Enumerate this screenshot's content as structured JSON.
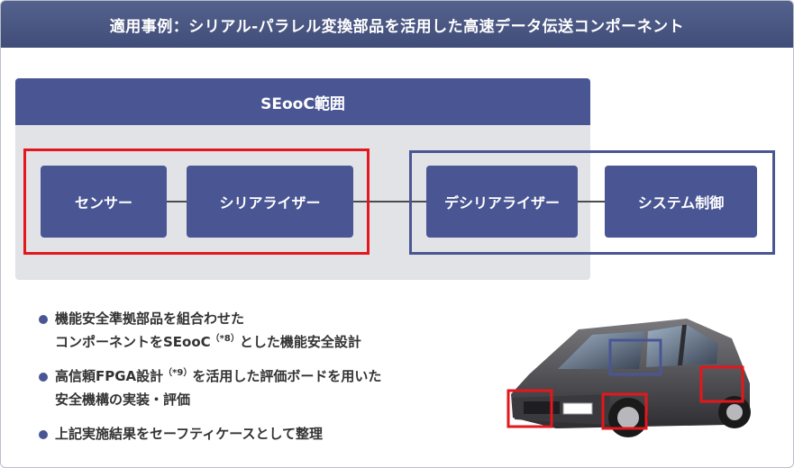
{
  "title": "適用事例：シリアル-パラレル変換部品を活用した高速データ伝送コンポーネント",
  "scope_label": "SEooC範囲",
  "blocks": {
    "sensor": "センサー",
    "serializer": "シリアライザー",
    "deserializer": "デシリアライザー",
    "system_control": "システム制御"
  },
  "bullets": [
    {
      "line1": "機能安全準拠部品を組合わせた",
      "line2_pre": "コンポーネントをSEooC",
      "line2_note": "（*8）",
      "line2_post": "とした機能安全設計"
    },
    {
      "line1_pre": "高信頼FPGA設計",
      "line1_note": "（*9）",
      "line1_post": "を活用した評価ボードを用いた",
      "line2": "安全機構の実装・評価"
    },
    {
      "line1": "上記実施結果をセーフティケースとして整理"
    }
  ],
  "colors": {
    "navy": "#4a5693",
    "red": "#e3171c",
    "gray_area": "#e2e3e6",
    "title_bar": "#414d79"
  }
}
